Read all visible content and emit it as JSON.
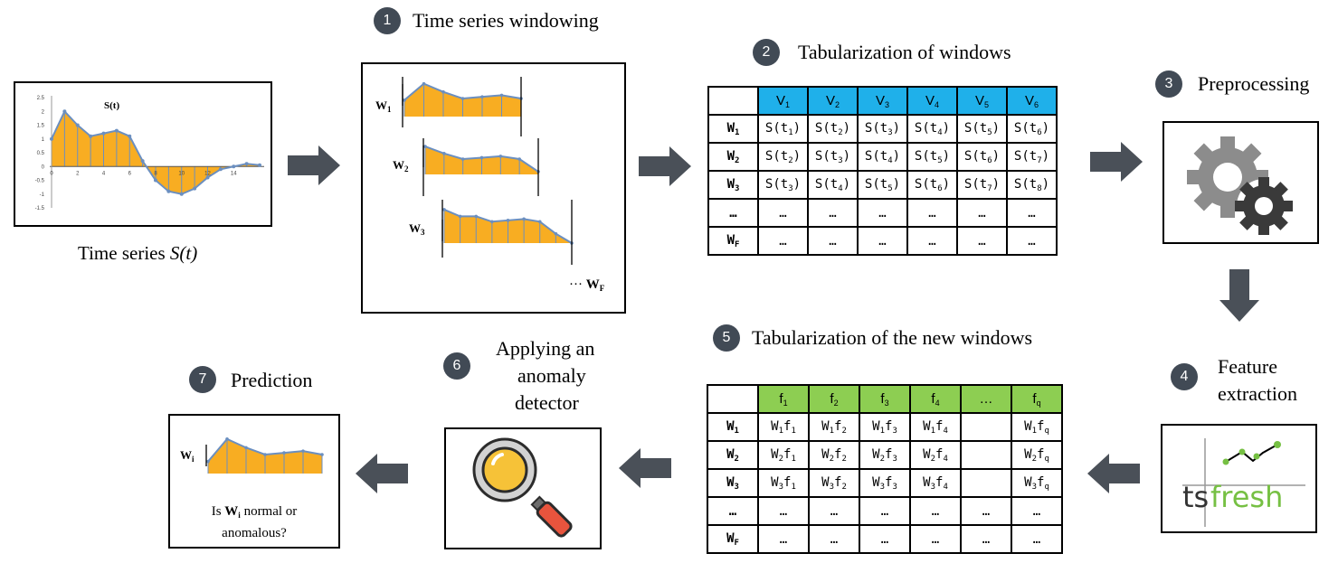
{
  "steps": [
    {
      "num": "1",
      "title": "Time series windowing"
    },
    {
      "num": "2",
      "title": "Tabularization of windows"
    },
    {
      "num": "3",
      "title": "Preprocessing"
    },
    {
      "num": "4",
      "title_l1": "Feature",
      "title_l2": "extraction"
    },
    {
      "num": "5",
      "title": "Tabularization of the new windows"
    },
    {
      "num": "6",
      "title_l1": "Applying an",
      "title_l2": "anomaly",
      "title_l3": "detector"
    },
    {
      "num": "7",
      "title": "Prediction"
    }
  ],
  "series_panel": {
    "caption_text": "Time series ",
    "caption_italic": "S(t)",
    "plot_label": "S(t)",
    "y_ticks": [
      "2.5",
      "2",
      "1.5",
      "1",
      "0.5",
      "0",
      "-0.5",
      "-1",
      "-1.5"
    ],
    "x_ticks": [
      "0",
      "2",
      "4",
      "6",
      "8",
      "10",
      "12",
      "14"
    ],
    "values": [
      1.0,
      2.0,
      1.5,
      1.1,
      1.2,
      1.3,
      1.1,
      0.2,
      -0.5,
      -0.9,
      -1.0,
      -0.8,
      -0.4,
      -0.1,
      0.0,
      0.1,
      0.05
    ]
  },
  "windows_panel": {
    "labels": [
      "W",
      "W",
      "W"
    ],
    "label_subs": [
      "1",
      "2",
      "3"
    ],
    "ellipsis": "···",
    "last_label": "W",
    "last_sub": "F"
  },
  "table1": {
    "header": [
      [
        "V",
        "1"
      ],
      [
        "V",
        "2"
      ],
      [
        "V",
        "3"
      ],
      [
        "V",
        "4"
      ],
      [
        "V",
        "5"
      ],
      [
        "V",
        "6"
      ]
    ],
    "rows": [
      {
        "label": "W",
        "sub": "1",
        "cells": [
          [
            "S(t",
            "1",
            ")"
          ],
          [
            "S(t",
            "2",
            ")"
          ],
          [
            "S(t",
            "3",
            ")"
          ],
          [
            "S(t",
            "4",
            ")"
          ],
          [
            "S(t",
            "5",
            ")"
          ],
          [
            "S(t",
            "6",
            ")"
          ]
        ]
      },
      {
        "label": "W",
        "sub": "2",
        "cells": [
          [
            "S(t",
            "2",
            ")"
          ],
          [
            "S(t",
            "3",
            ")"
          ],
          [
            "S(t",
            "4",
            ")"
          ],
          [
            "S(t",
            "5",
            ")"
          ],
          [
            "S(t",
            "6",
            ")"
          ],
          [
            "S(t",
            "7",
            ")"
          ]
        ]
      },
      {
        "label": "W",
        "sub": "3",
        "cells": [
          [
            "S(t",
            "3",
            ")"
          ],
          [
            "S(t",
            "4",
            ")"
          ],
          [
            "S(t",
            "5",
            ")"
          ],
          [
            "S(t",
            "6",
            ")"
          ],
          [
            "S(t",
            "7",
            ")"
          ],
          [
            "S(t",
            "8",
            ")"
          ]
        ]
      },
      {
        "label": "…",
        "sub": "",
        "cells": [
          [
            "…",
            "",
            ""
          ],
          [
            "…",
            "",
            ""
          ],
          [
            "…",
            "",
            ""
          ],
          [
            "…",
            "",
            ""
          ],
          [
            "…",
            "",
            ""
          ],
          [
            "…",
            "",
            ""
          ]
        ]
      },
      {
        "label": "W",
        "sub": "F",
        "cells": [
          [
            "…",
            "",
            ""
          ],
          [
            "…",
            "",
            ""
          ],
          [
            "…",
            "",
            ""
          ],
          [
            "…",
            "",
            ""
          ],
          [
            "…",
            "",
            ""
          ],
          [
            "…",
            "",
            ""
          ]
        ]
      }
    ]
  },
  "table2": {
    "header": [
      [
        "f",
        "1"
      ],
      [
        "f",
        "2"
      ],
      [
        "f",
        "3"
      ],
      [
        "f",
        "4"
      ],
      [
        "…",
        ""
      ],
      [
        "f",
        "q"
      ]
    ],
    "rows": [
      {
        "label": "W",
        "sub": "1",
        "cells": [
          [
            "W",
            "1",
            "f",
            "1"
          ],
          [
            "W",
            "1",
            "f",
            "2"
          ],
          [
            "W",
            "1",
            "f",
            "3"
          ],
          [
            "W",
            "1",
            "f",
            "4"
          ],
          [
            "",
            "",
            "",
            ""
          ],
          [
            "W",
            "1",
            "f",
            "q"
          ]
        ]
      },
      {
        "label": "W",
        "sub": "2",
        "cells": [
          [
            "W",
            "2",
            "f",
            "1"
          ],
          [
            "W",
            "2",
            "f",
            "2"
          ],
          [
            "W",
            "2",
            "f",
            "3"
          ],
          [
            "W",
            "2",
            "f",
            "4"
          ],
          [
            "",
            "",
            "",
            ""
          ],
          [
            "W",
            "2",
            "f",
            "q"
          ]
        ]
      },
      {
        "label": "W",
        "sub": "3",
        "cells": [
          [
            "W",
            "3",
            "f",
            "1"
          ],
          [
            "W",
            "3",
            "f",
            "2"
          ],
          [
            "W",
            "3",
            "f",
            "3"
          ],
          [
            "W",
            "3",
            "f",
            "4"
          ],
          [
            "",
            "",
            "",
            ""
          ],
          [
            "W",
            "3",
            "f",
            "q"
          ]
        ]
      },
      {
        "label": "…",
        "sub": "",
        "cells": [
          [
            "…",
            "",
            "",
            ""
          ],
          [
            "…",
            "",
            "",
            ""
          ],
          [
            "…",
            "",
            "",
            ""
          ],
          [
            "…",
            "",
            "",
            ""
          ],
          [
            "…",
            "",
            "",
            ""
          ],
          [
            "…",
            "",
            "",
            ""
          ]
        ]
      },
      {
        "label": "W",
        "sub": "F",
        "cells": [
          [
            "…",
            "",
            "",
            ""
          ],
          [
            "…",
            "",
            "",
            ""
          ],
          [
            "…",
            "",
            "",
            ""
          ],
          [
            "…",
            "",
            "",
            ""
          ],
          [
            "…",
            "",
            "",
            ""
          ],
          [
            "…",
            "",
            "",
            ""
          ]
        ]
      }
    ]
  },
  "prediction_panel": {
    "window_label": "W",
    "window_sub": "i",
    "question_l1_pre": "Is ",
    "question_bold": "W",
    "question_bold_sub": "i",
    "question_l1_post": " normal or",
    "question_l2": "anomalous?"
  },
  "tsfresh_logo": {
    "ts": "ts",
    "fresh": "fresh"
  },
  "colors": {
    "area": "#f8ad22",
    "line": "#6b8fc0",
    "blue_header": "#1fb0ea",
    "green_header": "#8dce52",
    "arrow": "#4a5058",
    "badge": "#414a55"
  }
}
